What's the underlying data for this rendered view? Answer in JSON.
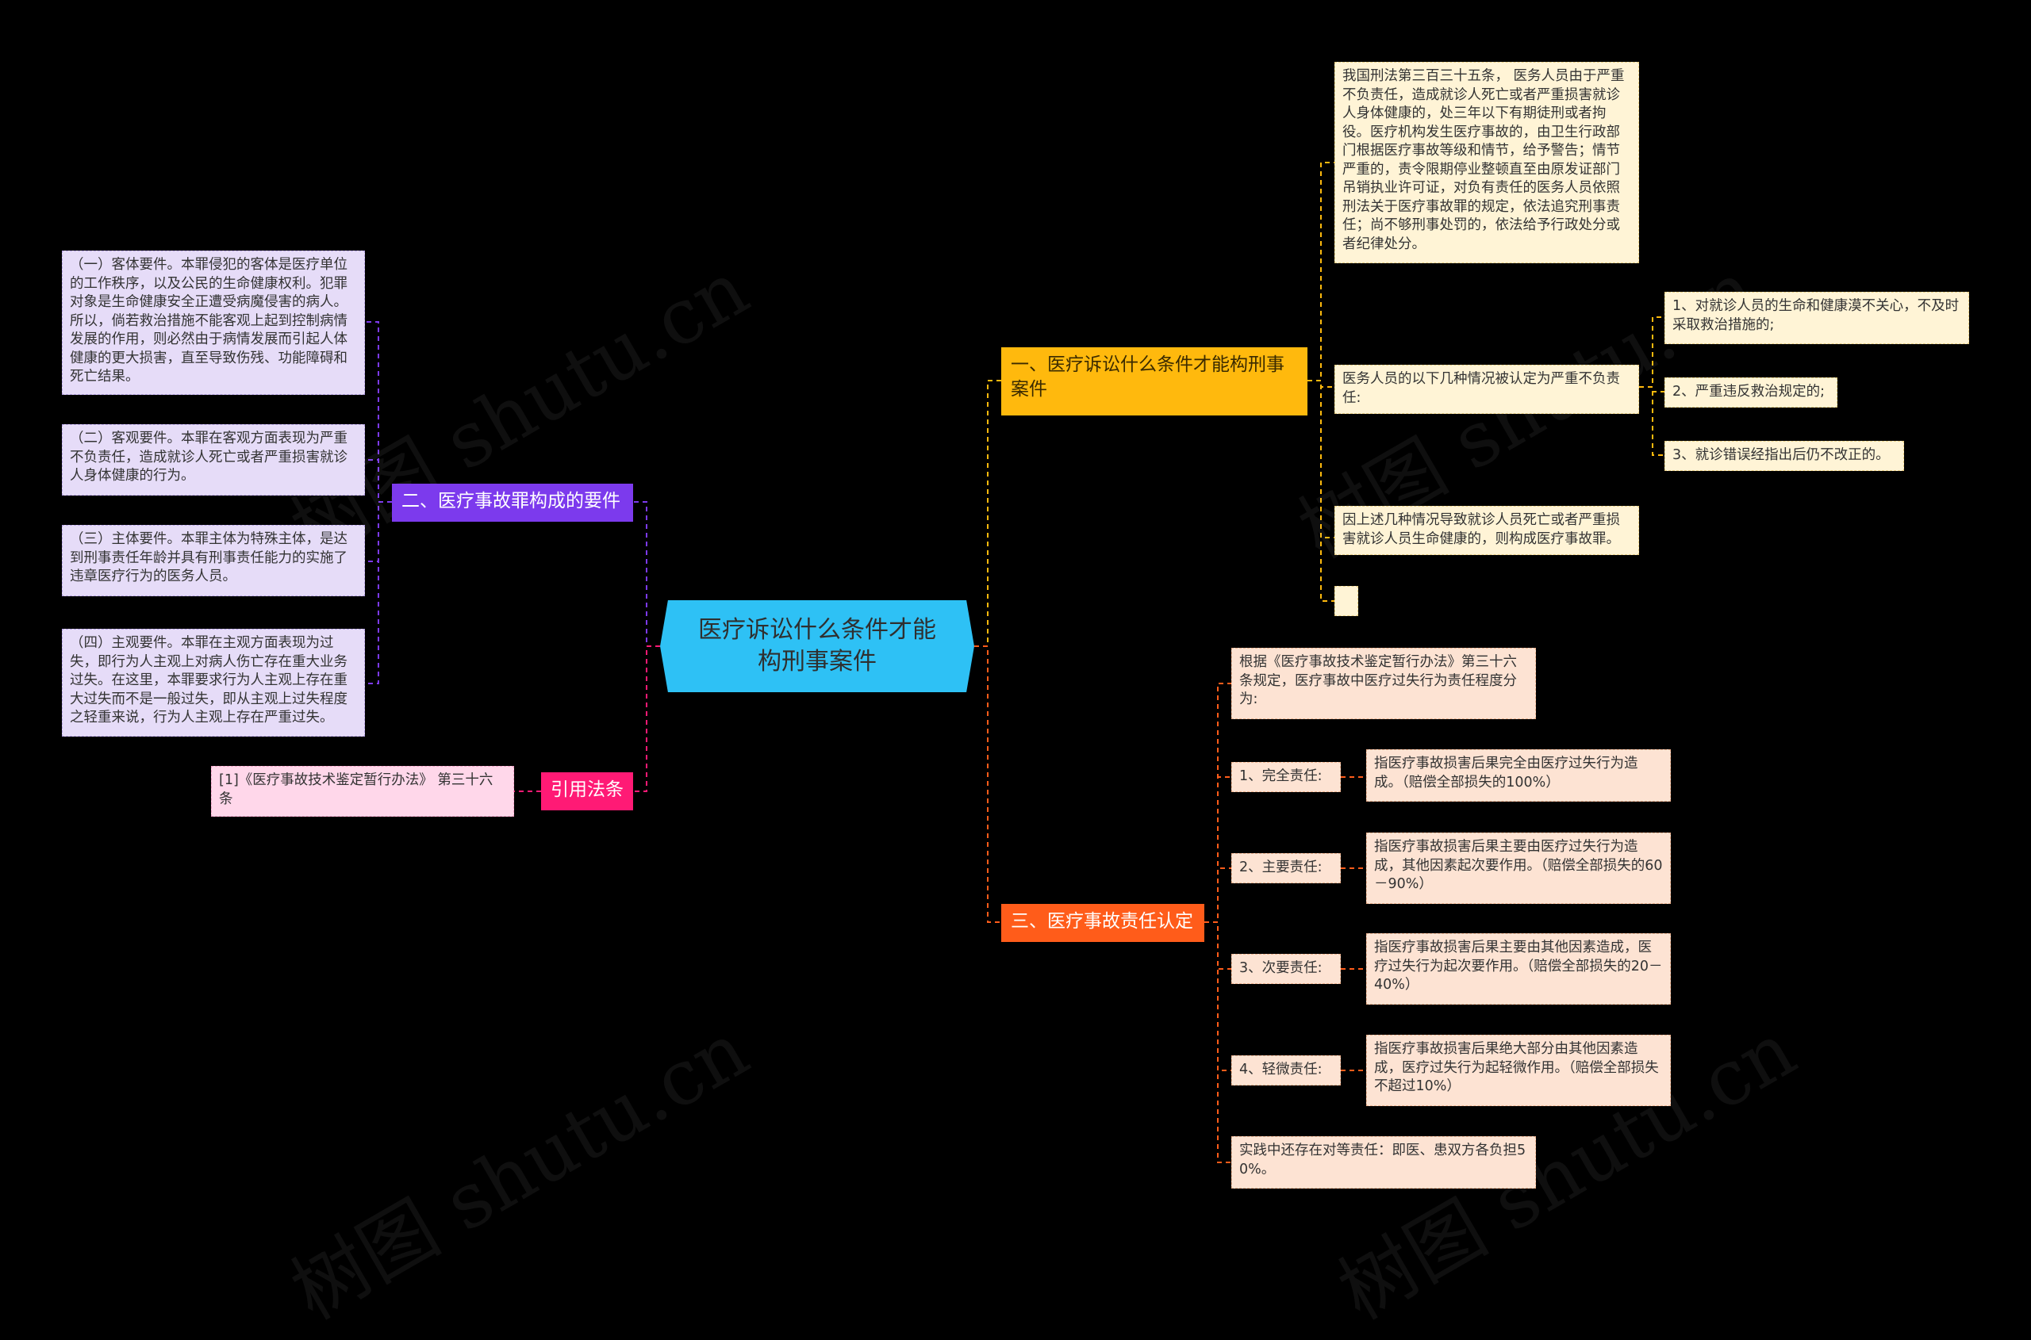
{
  "colors": {
    "background": "#000000",
    "root": "#2ec1f5",
    "branch1": "#ffb90d",
    "branch2": "#7c3aed",
    "branch3": "#ff5c1a",
    "branch4": "#ff1a75"
  },
  "root": {
    "label": "医疗诉讼什么条件才能构刑事案件"
  },
  "branch1": {
    "label": "一、医疗诉讼什么条件才能构刑事案件",
    "items": [
      "我国刑法第三百三十五条， 医务人员由于严重不负责任，造成就诊人死亡或者严重损害就诊人身体健康的，处三年以下有期徒刑或者拘役。医疗机构发生医疗事故的，由卫生行政部门根据医疗事故等级和情节，给予警告；情节严重的，责令限期停业整顿直至由原发证部门吊销执业许可证，对负有责任的医务人员依照刑法关于医疗事故罪的规定，依法追究刑事责任；尚不够刑事处罚的，依法给予行政处分或者纪律处分。",
      "医务人员的以下几种情况被认定为严重不负责任:",
      "因上述几种情况导致就诊人员死亡或者严重损害就诊人员生命健康的，则构成医疗事故罪。",
      ""
    ],
    "sub_items": [
      "1、对就诊人员的生命和健康漠不关心，不及时采取救治措施的;",
      "2、严重违反救治规定的;",
      "3、就诊错误经指出后仍不改正的。"
    ]
  },
  "branch2": {
    "label": "二、医疗事故罪构成的要件",
    "items": [
      "（一）客体要件。本罪侵犯的客体是医疗单位的工作秩序，以及公民的生命健康权利。犯罪对象是生命健康安全正遭受病魔侵害的病人。所以，倘若救治措施不能客观上起到控制病情发展的作用，则必然由于病情发展而引起人体健康的更大损害，直至导致伤残、功能障碍和死亡结果。",
      "（二）客观要件。本罪在客观方面表现为严重不负责任，造成就诊人死亡或者严重损害就诊人身体健康的行为。",
      "（三）主体要件。本罪主体为特殊主体，是达到刑事责任年龄并具有刑事责任能力的实施了违章医疗行为的医务人员。",
      "（四）主观要件。本罪在主观方面表现为过失，即行为人主观上对病人伤亡存在重大业务过失。在这里，本罪要求行为人主观上存在重大过失而不是一般过失，即从主观上过失程度之轻重来说，行为人主观上存在严重过失。"
    ]
  },
  "branch3": {
    "label": "三、医疗事故责任认定",
    "intro": "根据《医疗事故技术鉴定暂行办法》第三十六条规定，医疗事故中医疗过失行为责任程度分为:",
    "levels": [
      {
        "name": "1、完全责任:",
        "desc": "指医疗事故损害后果完全由医疗过失行为造成。（赔偿全部损失的100%）"
      },
      {
        "name": "2、主要责任:",
        "desc": "指医疗事故损害后果主要由医疗过失行为造成，其他因素起次要作用。（赔偿全部损失的60－90%）"
      },
      {
        "name": "3、次要责任:",
        "desc": "指医疗事故损害后果主要由其他因素造成，医疗过失行为起次要作用。（赔偿全部损失的20－40%）"
      },
      {
        "name": "4、轻微责任:",
        "desc": "指医疗事故损害后果绝大部分由其他因素造成，医疗过失行为起轻微作用。（赔偿全部损失不超过10%）"
      }
    ],
    "note": "实践中还存在对等责任：即医、患双方各负担50%。"
  },
  "branch4": {
    "label": "引用法条",
    "items": [
      "[1]《医疗事故技术鉴定暂行办法》 第三十六条"
    ]
  },
  "watermark": "树图 shutu.cn"
}
